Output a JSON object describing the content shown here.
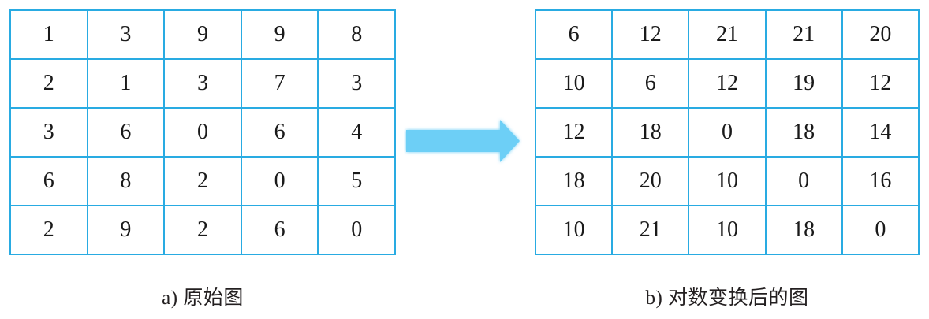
{
  "figure": {
    "background_color": "#ffffff",
    "grid_border_color": "#29ABE2",
    "arrow_color": "#6DCFF6",
    "text_color": "#231f20"
  },
  "panel_a": {
    "caption": "a) 原始图",
    "matrix": [
      [
        "1",
        "3",
        "9",
        "9",
        "8"
      ],
      [
        "2",
        "1",
        "3",
        "7",
        "3"
      ],
      [
        "3",
        "6",
        "0",
        "6",
        "4"
      ],
      [
        "6",
        "8",
        "2",
        "0",
        "5"
      ],
      [
        "2",
        "9",
        "2",
        "6",
        "0"
      ]
    ]
  },
  "panel_b": {
    "caption": "b) 对数变换后的图",
    "matrix": [
      [
        "6",
        "12",
        "21",
        "21",
        "20"
      ],
      [
        "10",
        "6",
        "12",
        "19",
        "12"
      ],
      [
        "12",
        "18",
        "0",
        "18",
        "14"
      ],
      [
        "18",
        "20",
        "10",
        "0",
        "16"
      ],
      [
        "10",
        "21",
        "10",
        "18",
        "0"
      ]
    ]
  },
  "arrow": {
    "name": "right-arrow-icon",
    "direction": "right"
  },
  "chart_data": {
    "type": "table",
    "title": "",
    "panels": [
      {
        "label": "a) 原始图",
        "rows": 5,
        "cols": 5,
        "values": [
          [
            1,
            3,
            9,
            9,
            8
          ],
          [
            2,
            1,
            3,
            7,
            3
          ],
          [
            3,
            6,
            0,
            6,
            4
          ],
          [
            6,
            8,
            2,
            0,
            5
          ],
          [
            2,
            9,
            2,
            6,
            0
          ]
        ]
      },
      {
        "label": "b) 对数变换后的图",
        "rows": 5,
        "cols": 5,
        "values": [
          [
            6,
            12,
            21,
            21,
            20
          ],
          [
            10,
            6,
            12,
            19,
            12
          ],
          [
            12,
            18,
            0,
            18,
            14
          ],
          [
            18,
            20,
            10,
            0,
            16
          ],
          [
            10,
            21,
            10,
            18,
            0
          ]
        ]
      }
    ]
  }
}
